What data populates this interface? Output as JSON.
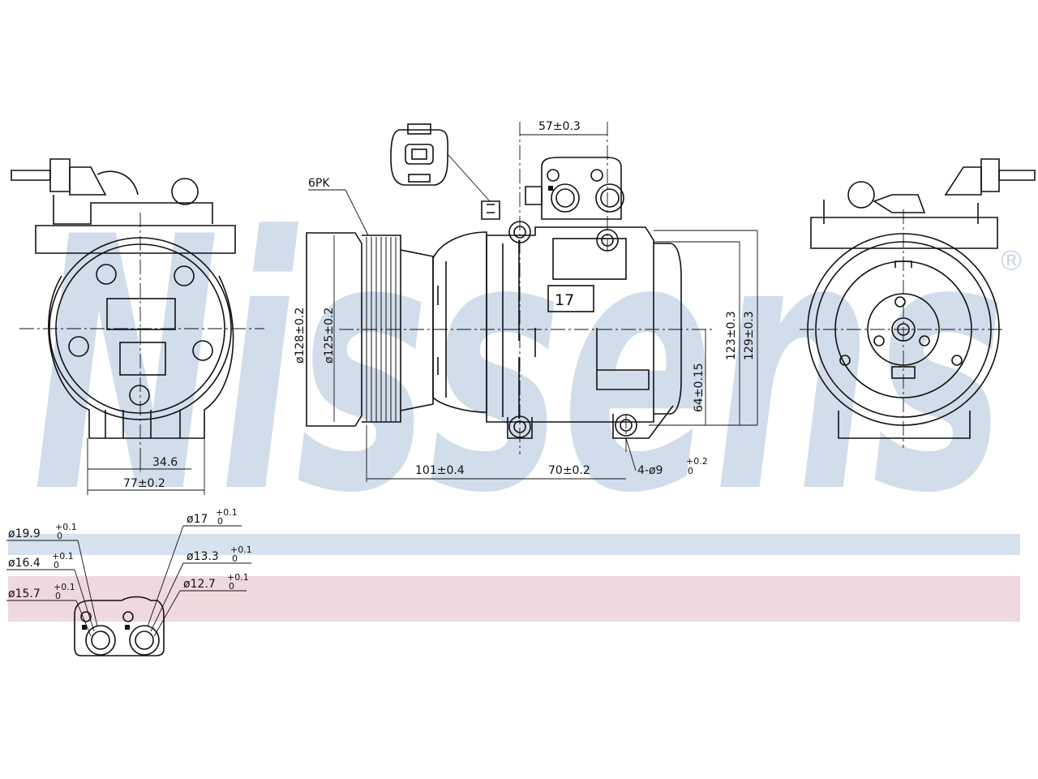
{
  "brand": {
    "watermark": "Nissens",
    "registered_mark": "®",
    "watermark_color": "#c9d8e8",
    "stripe_blue": "#d6e2ee",
    "stripe_pink": "#f0d9de"
  },
  "labels": {
    "belt": "6PK",
    "pin_count": "17",
    "dim_top": "57±0.3",
    "dia_128": "ø128±0.2",
    "dia_125": "ø125±0.2",
    "h_123": "123±0.3",
    "h_129": "129±0.3",
    "h_64": "64±0.15",
    "w_101": "101±0.4",
    "w_70": "70±0.2",
    "holes": "4-ø9",
    "holes_tol_up": "+0.2",
    "holes_tol_dn": "0",
    "w_34": "34.6",
    "w_77": "77±0.2"
  },
  "port_callouts": [
    {
      "value": "ø19.9",
      "tol_up": "+0.1",
      "tol_dn": "0"
    },
    {
      "value": "ø16.4",
      "tol_up": "+0.1",
      "tol_dn": "0"
    },
    {
      "value": "ø15.7",
      "tol_up": "+0.1",
      "tol_dn": "0"
    },
    {
      "value": "ø17",
      "tol_up": "+0.1",
      "tol_dn": "0"
    },
    {
      "value": "ø13.3",
      "tol_up": "+0.1",
      "tol_dn": "0"
    },
    {
      "value": "ø12.7",
      "tol_up": "+0.1",
      "tol_dn": "0"
    }
  ]
}
